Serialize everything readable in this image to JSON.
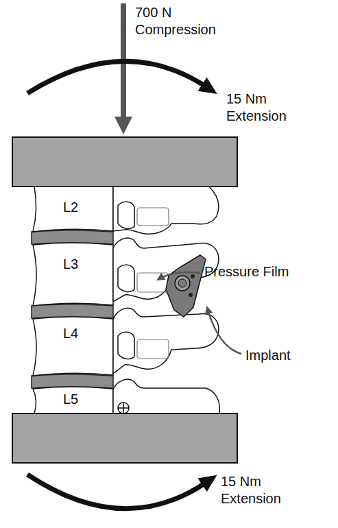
{
  "diagram": {
    "labels": [
      "700 N Compression",
      "15 Nm Extension",
      "L2",
      "L3",
      "Pressure Film",
      "Implant",
      "L4",
      "L5",
      "15 Nm Extension"
    ]
  }
}
